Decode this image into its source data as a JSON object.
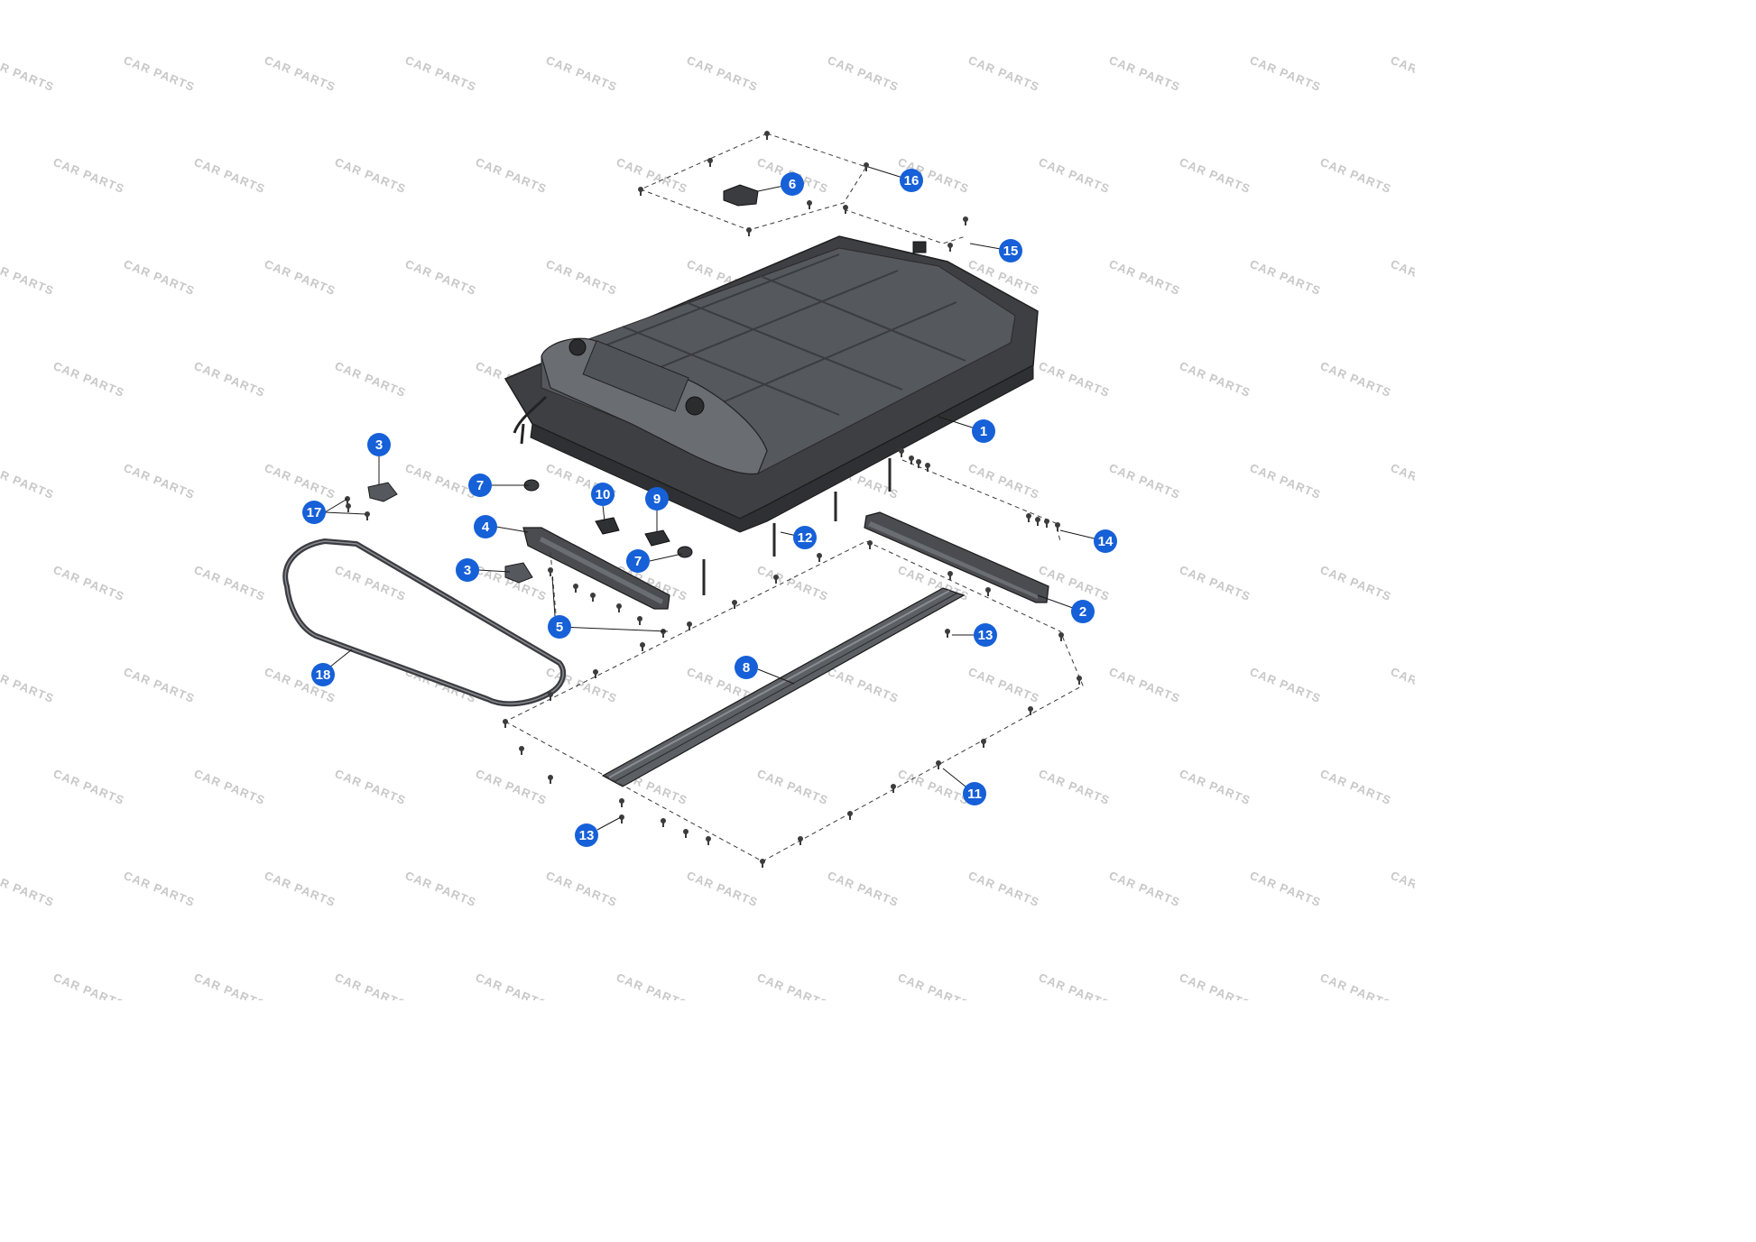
{
  "watermark": {
    "text": "CAR PARTS"
  },
  "colors": {
    "callout_fill": "#1660d8",
    "callout_text": "#ffffff",
    "part_dark": "#4a4c50",
    "part_light": "#6a6d72",
    "line": "#1a1a1a",
    "watermark": "#c8c8c8"
  },
  "callouts": [
    {
      "id": "c1",
      "label": "1"
    },
    {
      "id": "c2",
      "label": "2"
    },
    {
      "id": "c3a",
      "label": "3"
    },
    {
      "id": "c3b",
      "label": "3"
    },
    {
      "id": "c4",
      "label": "4"
    },
    {
      "id": "c5",
      "label": "5"
    },
    {
      "id": "c6",
      "label": "6"
    },
    {
      "id": "c7a",
      "label": "7"
    },
    {
      "id": "c7b",
      "label": "7"
    },
    {
      "id": "c8",
      "label": "8"
    },
    {
      "id": "c9",
      "label": "9"
    },
    {
      "id": "c10",
      "label": "10"
    },
    {
      "id": "c11",
      "label": "11"
    },
    {
      "id": "c12",
      "label": "12"
    },
    {
      "id": "c13a",
      "label": "13"
    },
    {
      "id": "c13b",
      "label": "13"
    },
    {
      "id": "c14",
      "label": "14"
    },
    {
      "id": "c15",
      "label": "15"
    },
    {
      "id": "c16",
      "label": "16"
    },
    {
      "id": "c17",
      "label": "17"
    },
    {
      "id": "c18",
      "label": "18"
    }
  ]
}
